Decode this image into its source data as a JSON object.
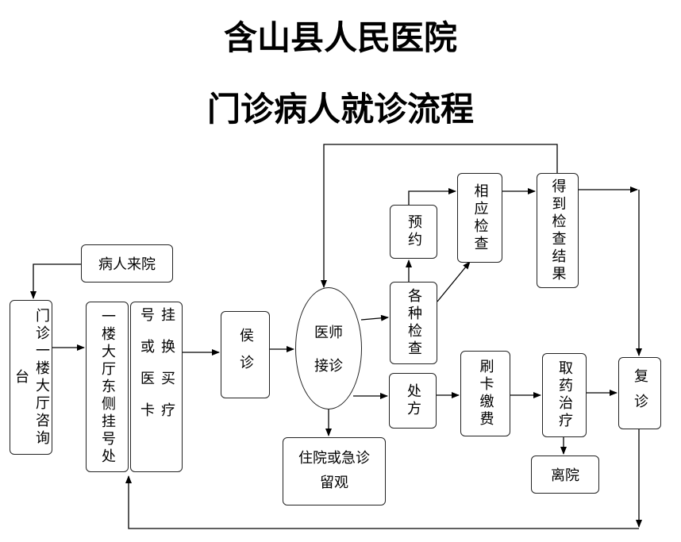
{
  "title_line1": "含山县人民医院",
  "title_line2": "门诊病人就诊流程",
  "nodes": {
    "arrive": "病人来院",
    "consult": "门诊一楼大厅咨询台",
    "register_place": "一楼大厅东侧挂号处",
    "reg_col1": "挂换买疗",
    "reg_col2": "号或医卡",
    "triage": "侯诊",
    "doctor_1": "医师",
    "doctor_2": "接诊",
    "exams": "各种检查",
    "appointment": "预约",
    "corresponding_exam": "相应检查",
    "results": "得到检查结果",
    "prescription": "处方",
    "pay": "刷卡缴费",
    "medicine": "取药治疗",
    "revisit": "复诊",
    "leave": "离院",
    "admit_1": "住院或急诊",
    "admit_2": "留观"
  }
}
